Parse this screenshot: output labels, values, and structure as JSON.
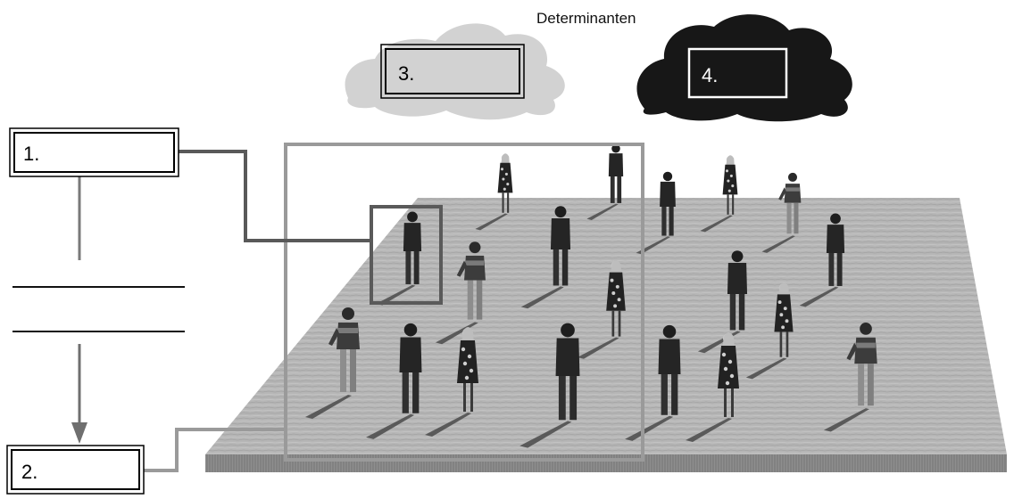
{
  "title": "Determinanten",
  "labels": {
    "box1": "1.",
    "box2": "2.",
    "box3": "3.",
    "box4": "4."
  },
  "colors": {
    "platform_top": "#b3b3b3",
    "platform_side": "#8a8a8a",
    "connector_dark": "#595959",
    "connector_light": "#9a9a9a",
    "cloud_light": "#d0d0d0",
    "cloud_dark": "#161616"
  },
  "figures": [
    {
      "kind": "woman",
      "shade": "dark"
    },
    {
      "kind": "man",
      "shade": "dark"
    },
    {
      "kind": "man",
      "shade": "dark"
    },
    {
      "kind": "woman",
      "shade": "dark"
    },
    {
      "kind": "boy",
      "shade": "dark"
    },
    {
      "kind": "man",
      "shade": "dark"
    },
    {
      "kind": "man",
      "shade": "dark"
    },
    {
      "kind": "boy",
      "shade": "dark"
    },
    {
      "kind": "woman",
      "shade": "dark"
    },
    {
      "kind": "man",
      "shade": "dark"
    },
    {
      "kind": "man",
      "shade": "dark"
    },
    {
      "kind": "woman",
      "shade": "dark"
    },
    {
      "kind": "boy",
      "shade": "dark"
    },
    {
      "kind": "man",
      "shade": "dark"
    },
    {
      "kind": "woman",
      "shade": "dark"
    },
    {
      "kind": "man",
      "shade": "dark"
    },
    {
      "kind": "man",
      "shade": "dark"
    },
    {
      "kind": "woman",
      "shade": "dark"
    },
    {
      "kind": "boy",
      "shade": "dark"
    }
  ]
}
